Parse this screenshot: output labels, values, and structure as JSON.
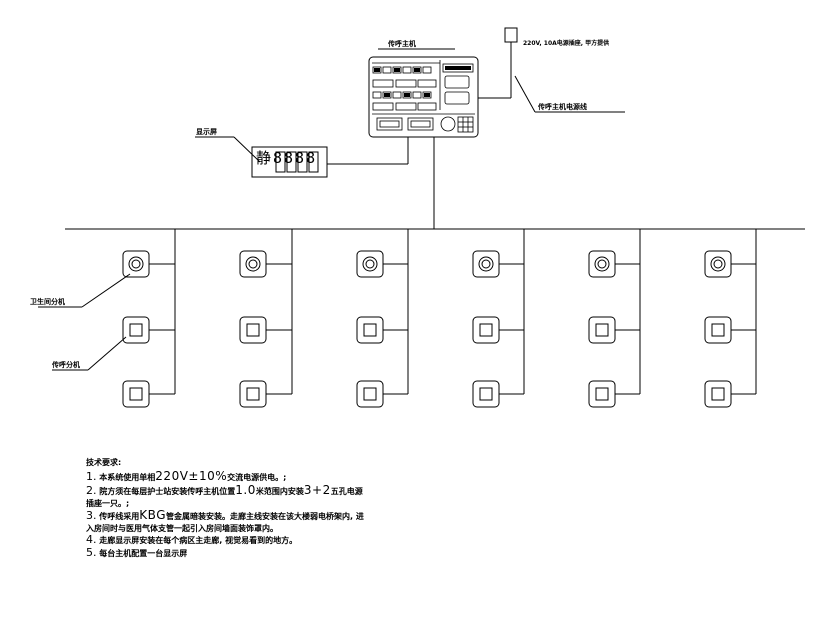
{
  "labels": {
    "host_title": "传呼主机",
    "power_note": "220V, 10A电源插座, 甲方提供",
    "power_line": "传呼主机电源线",
    "display_label": "显示屏",
    "display_content": "静8888",
    "bed_unit": "卫生间分机",
    "call_unit": "传呼分机"
  },
  "notes": {
    "title": "技术要求:",
    "items": [
      {
        "num": "1.",
        "a": "本系统使用单相",
        "b": "220V±10%",
        "c": "交流电源供电。;"
      },
      {
        "num": "2.",
        "a": "院方须在每层护士站安装传呼主机位置",
        "b": "1.0",
        "c": "米范围内安装",
        "d": "3+2",
        "e": "五孔电源",
        "cont": "插座一只。;"
      },
      {
        "num": "3.",
        "a": "传呼线采用",
        "b": "KBG",
        "c": "管金属暗装安装。走廊主线安装在该大楼弱电桥架内, 进",
        "cont": "入房间时与医用气体支管一起引入房间墙面装饰罩内。"
      },
      {
        "num": "4.",
        "a": "走廊显示屏安装在每个病区主走廊, 视觉易看到的地方。"
      },
      {
        "num": "5.",
        "a": "每台主机配置一台显示屏"
      }
    ]
  }
}
